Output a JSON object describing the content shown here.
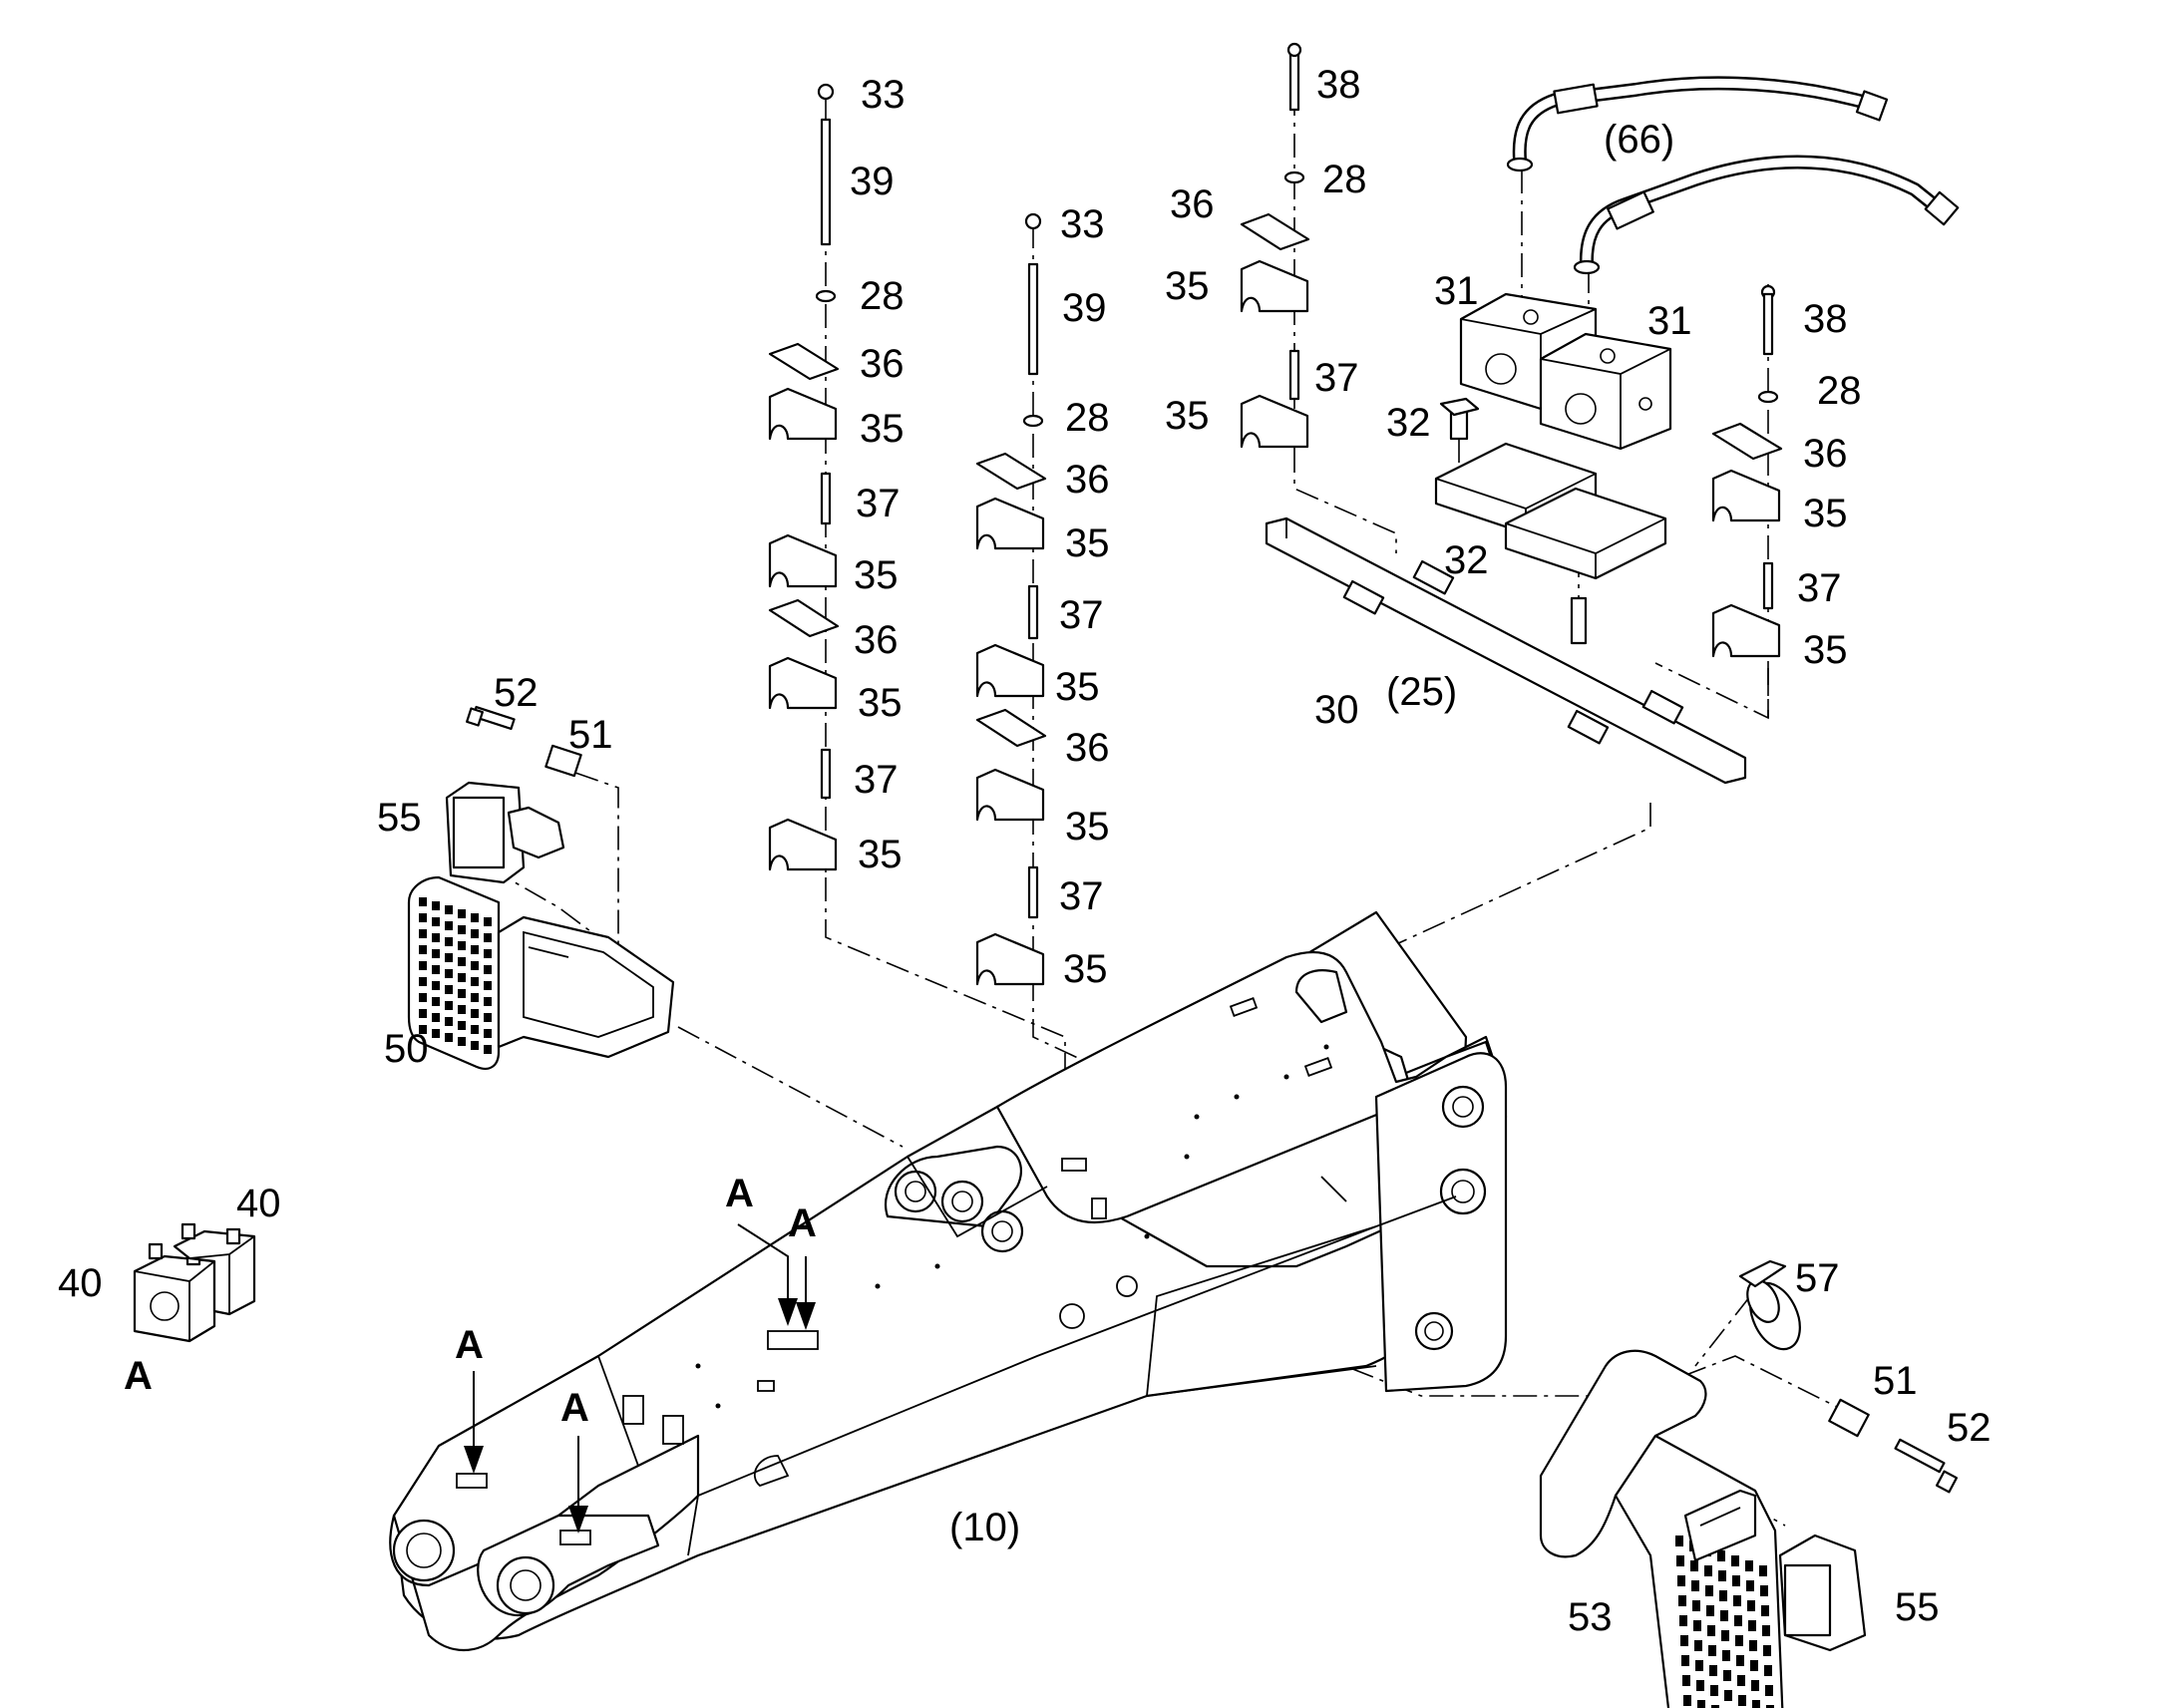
{
  "diagram": {
    "callouts": [
      {
        "id": "c33a",
        "text": "33"
      },
      {
        "id": "c39a",
        "text": "39"
      },
      {
        "id": "c28a",
        "text": "28"
      },
      {
        "id": "c36a",
        "text": "36"
      },
      {
        "id": "c35a",
        "text": "35"
      },
      {
        "id": "c37a",
        "text": "37"
      },
      {
        "id": "c35b",
        "text": "35"
      },
      {
        "id": "c36b",
        "text": "36"
      },
      {
        "id": "c35c",
        "text": "35"
      },
      {
        "id": "c37b",
        "text": "37"
      },
      {
        "id": "c35d",
        "text": "35"
      },
      {
        "id": "c33b",
        "text": "33"
      },
      {
        "id": "c39b",
        "text": "39"
      },
      {
        "id": "c28b",
        "text": "28"
      },
      {
        "id": "c36c",
        "text": "36"
      },
      {
        "id": "c35e",
        "text": "35"
      },
      {
        "id": "c37c",
        "text": "37"
      },
      {
        "id": "c35f",
        "text": "35"
      },
      {
        "id": "c36d",
        "text": "36"
      },
      {
        "id": "c35g",
        "text": "35"
      },
      {
        "id": "c37d",
        "text": "37"
      },
      {
        "id": "c35h",
        "text": "35"
      },
      {
        "id": "c38a",
        "text": "38"
      },
      {
        "id": "c28c",
        "text": "28"
      },
      {
        "id": "c36e",
        "text": "36"
      },
      {
        "id": "c35i",
        "text": "35"
      },
      {
        "id": "c37e",
        "text": "37"
      },
      {
        "id": "c35j",
        "text": "35"
      },
      {
        "id": "c66",
        "text": "(66)"
      },
      {
        "id": "c31a",
        "text": "31"
      },
      {
        "id": "c31b",
        "text": "31"
      },
      {
        "id": "c32a",
        "text": "32"
      },
      {
        "id": "c32b",
        "text": "32"
      },
      {
        "id": "c38b",
        "text": "38"
      },
      {
        "id": "c28d",
        "text": "28"
      },
      {
        "id": "c36f",
        "text": "36"
      },
      {
        "id": "c35k",
        "text": "35"
      },
      {
        "id": "c37f",
        "text": "37"
      },
      {
        "id": "c35l",
        "text": "35"
      },
      {
        "id": "c30",
        "text": "30"
      },
      {
        "id": "c25",
        "text": "(25)"
      },
      {
        "id": "c52a",
        "text": "52"
      },
      {
        "id": "c51a",
        "text": "51"
      },
      {
        "id": "c55a",
        "text": "55"
      },
      {
        "id": "c50",
        "text": "50"
      },
      {
        "id": "c40a",
        "text": "40"
      },
      {
        "id": "c40b",
        "text": "40"
      },
      {
        "id": "c10",
        "text": "(10)"
      },
      {
        "id": "c57",
        "text": "57"
      },
      {
        "id": "c51b",
        "text": "51"
      },
      {
        "id": "c52b",
        "text": "52"
      },
      {
        "id": "c53",
        "text": "53"
      },
      {
        "id": "c55b",
        "text": "55"
      }
    ],
    "view_markers": [
      "A",
      "A",
      "A",
      "A",
      "A"
    ]
  }
}
